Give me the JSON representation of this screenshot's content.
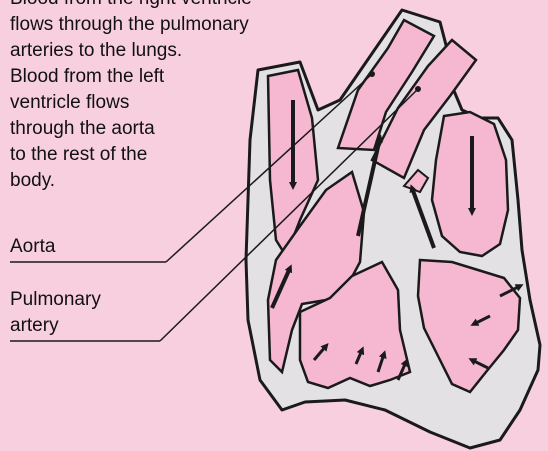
{
  "caption_lines": [
    "Blood from the right ventricle",
    "flows through the pulmonary",
    "arteries to the lungs.",
    "Blood from the left",
    "ventricle flows",
    "through the aorta",
    "to the rest of the",
    "body."
  ],
  "labels": {
    "aorta": "Aorta",
    "pulmonary_artery_line1": "Pulmonary",
    "pulmonary_artery_line2": "artery"
  },
  "colors": {
    "background": "#f7cfdf",
    "chamber_fill": "#f5b8d0",
    "wall_fill": "#e3e1e3",
    "outline": "#1a1a1a"
  }
}
